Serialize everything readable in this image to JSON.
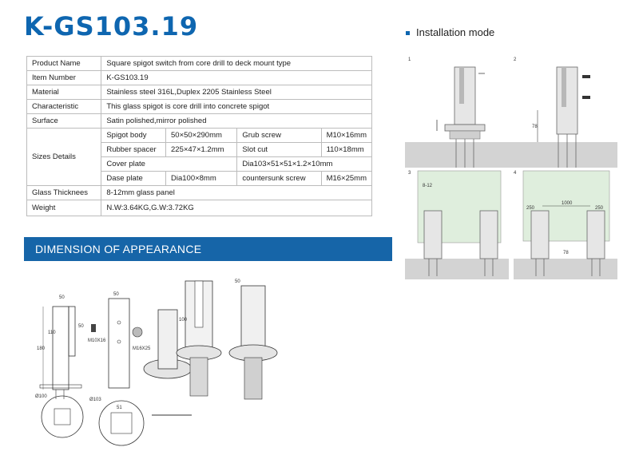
{
  "title": "K-GS103.19",
  "specs": {
    "product_name": {
      "label": "Product Name",
      "value": "Square spigot switch from core drill to deck mount type"
    },
    "item_number": {
      "label": "Item Number",
      "value": "K-GS103.19"
    },
    "material": {
      "label": "Material",
      "value": "Stainless steel 316L,Duplex 2205 Stainless Steel"
    },
    "characteristic": {
      "label": "Characteristic",
      "value": "This glass spigot is core drill into concrete spigot"
    },
    "surface": {
      "label": "Surface",
      "value": "Satin polished,mirror polished"
    },
    "sizes": {
      "label": "Sizes Details",
      "spigot_body": {
        "label": "Spigot body",
        "value": "50×50×290mm"
      },
      "grub_screw": {
        "label": "Grub screw",
        "value": "M10×16mm"
      },
      "rubber_spacer": {
        "label": "Rubber spacer",
        "value": "225×47×1.2mm"
      },
      "slot_cut": {
        "label": "Slot cut",
        "value": "110×18mm"
      },
      "cover_plate": {
        "label": "Cover plate",
        "value": "Dia103×51×51×1.2×10mm"
      },
      "dase_plate": {
        "label": "Dase plate",
        "value": "Dia100×8mm"
      },
      "countersunk_screw": {
        "label": "countersunk screw",
        "value": "M16×25mm"
      }
    },
    "glass_thickness": {
      "label": "Glass Thicknees",
      "value": "8-12mm glass panel"
    },
    "weight": {
      "label": "Weight",
      "value": "N.W:3.64KG,G.W:3.72KG"
    }
  },
  "install": {
    "heading": "Installation mode",
    "step_numbers": [
      "1",
      "2",
      "3",
      "4"
    ],
    "dims": {
      "height": "78",
      "glass": "8-12",
      "span": "1000",
      "edge_left": "250",
      "edge_right": "250",
      "depth": "78"
    }
  },
  "dimension_banner": "DIMENSION OF APPEARANCE",
  "drawing": {
    "width_50a": "50",
    "width_50b": "50",
    "width_50c": "50",
    "h180": "180",
    "h110": "110",
    "h50": "50",
    "h100": "100",
    "screw1": "M10X16",
    "screw2": "M16X25",
    "dia1": "Ø100",
    "dia2": "Ø103",
    "w51": "51"
  },
  "colors": {
    "title_blue": "#0e66b0",
    "banner_blue": "#1665a8",
    "ground": "#d3d3d3",
    "glass": "#dfeedd"
  }
}
